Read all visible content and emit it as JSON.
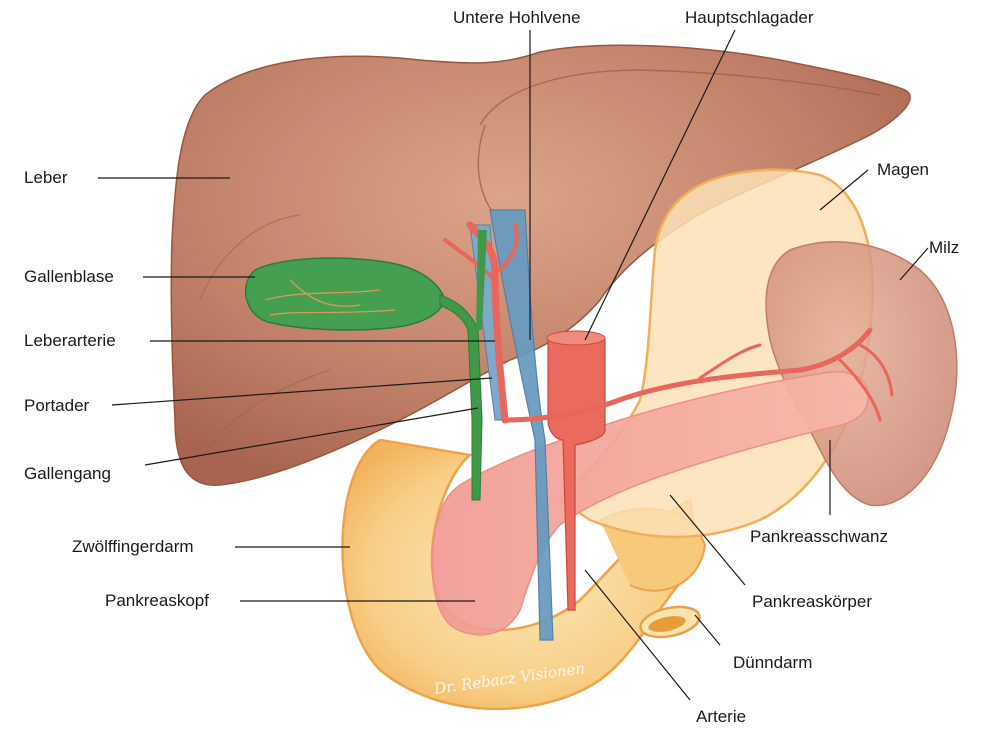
{
  "diagram": {
    "labels": {
      "leber": "Leber",
      "gallenblase": "Gallenblase",
      "leberarterie": "Leberarterie",
      "portader": "Portader",
      "gallengang": "Gallengang",
      "zwoelffingerdarm": "Zwölffingerdarm",
      "pankreaskopf": "Pankreaskopf",
      "untere_hohlvene": "Untere Hohlvene",
      "hauptschlagader": "Hauptschlagader",
      "magen": "Magen",
      "milz": "Milz",
      "pankreasschwanz": "Pankreasschwanz",
      "pankreaskoerper": "Pankreaskörper",
      "duenndarm": "Dünndarm",
      "arterie": "Arterie"
    },
    "signature": "Dr. Rebacz Visionen",
    "colors": {
      "liver": "#b87560",
      "liver_light": "#d59c82",
      "gallbladder": "#3f9a48",
      "artery": "#e8665a",
      "vein": "#5f93b8",
      "stomach": "#fbe2bd",
      "stomach_outline": "#f3b05a",
      "duodenum": "#f8cd86",
      "pancreas": "#f4a89a",
      "spleen": "#d89684"
    }
  }
}
